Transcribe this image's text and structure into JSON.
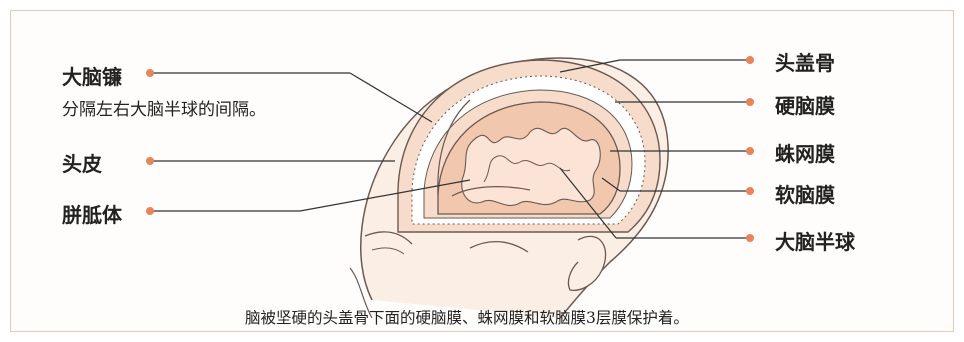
{
  "labels_left": {
    "falx": "大脑镰",
    "falx_desc": "分隔左右大脑半球的间隔。",
    "scalp": "头皮",
    "corpus_callosum": "胼胝体"
  },
  "labels_right": {
    "skull": "头盖骨",
    "dura": "硬脑膜",
    "arachnoid": "蛛网膜",
    "pia": "软脑膜",
    "hemisphere": "大脑半球"
  },
  "caption": "脑被坚硬的头盖骨下面的硬脑膜、蛛网膜和软脑膜3层膜保护着。",
  "colors": {
    "dot": "#e8835a",
    "line": "#333333",
    "brain_fill": "#f1c7ad",
    "membrane_fill": "#f7dccb",
    "skin_fill": "#fbe9de"
  }
}
